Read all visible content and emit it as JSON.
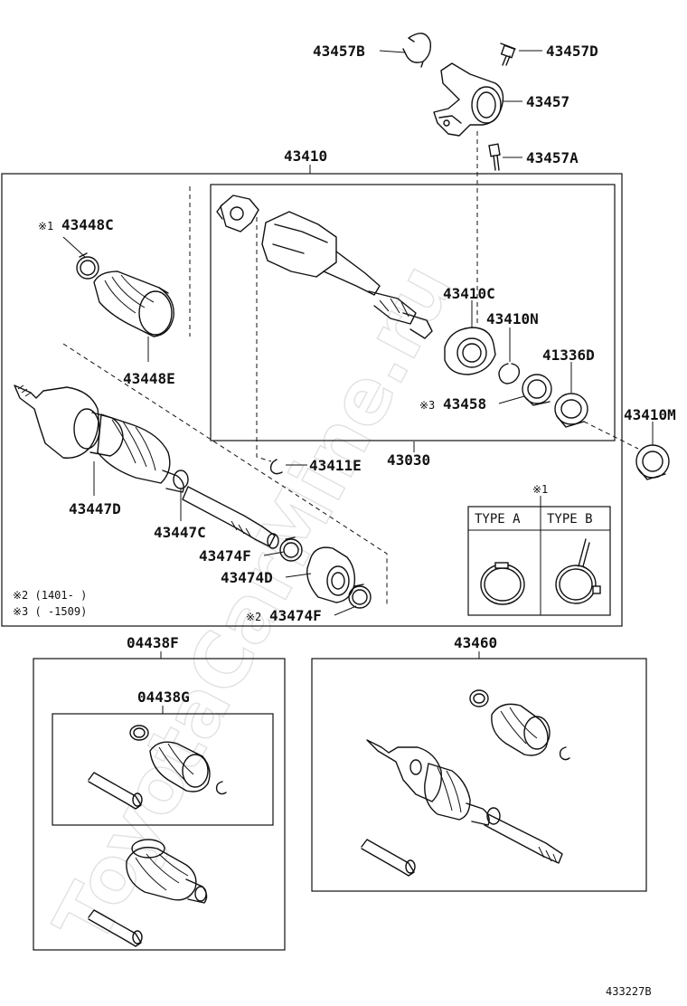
{
  "watermark": "ToyotaCarMine.ru",
  "diagram_id": "433227B",
  "callouts": {
    "p43457B": "43457B",
    "p43457D": "43457D",
    "p43457": "43457",
    "p43457A": "43457A",
    "p43410": "43410",
    "p43448C": "43448C",
    "p43448E": "43448E",
    "p43410C": "43410C",
    "p43410N": "43410N",
    "p41336D": "41336D",
    "p43458": "43458",
    "p43410M": "43410M",
    "p43411E": "43411E",
    "p43030": "43030",
    "p43447D": "43447D",
    "p43447C": "43447C",
    "p43474F_a": "43474F",
    "p43474D": "43474D",
    "p43474F_b": "43474F",
    "p04438F": "04438F",
    "p04438G": "04438G",
    "p43460": "43460"
  },
  "marks": {
    "m1": "※1",
    "m2": "※2",
    "m3": "※3"
  },
  "notes": {
    "note2": "※2 (1401-      )",
    "note3": "※3 (      -1509)"
  },
  "type_table": {
    "mark": "※1",
    "type_a": "TYPE A",
    "type_b": "TYPE B"
  }
}
